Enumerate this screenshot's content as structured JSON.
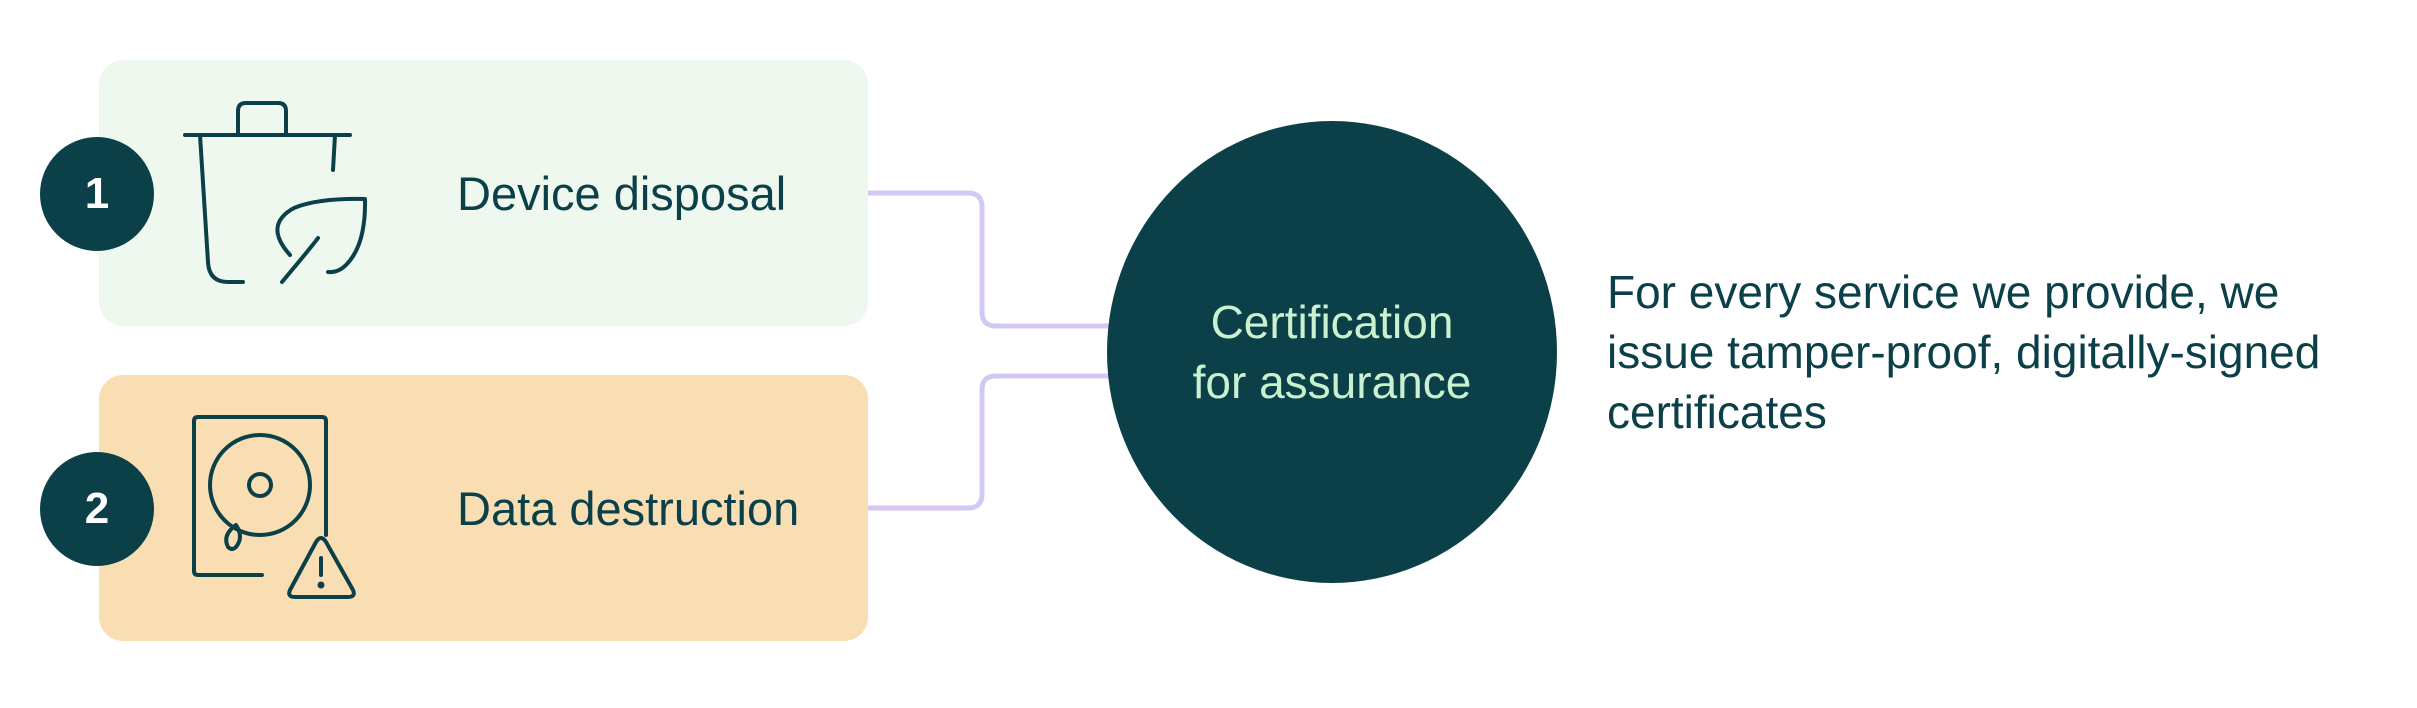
{
  "steps": [
    {
      "number": "1",
      "label": "Device disposal",
      "icon": "recycle-bin-leaf-icon",
      "color": "#eef8ee"
    },
    {
      "number": "2",
      "label": "Data destruction",
      "icon": "hard-drive-warning-icon",
      "color": "#f9deb4"
    }
  ],
  "hub": {
    "line1": "Certification",
    "line2": "for assurance",
    "color": "#0b4049",
    "text_color": "#c9f0cf"
  },
  "description": "For every service we provide, we issue tamper-proof, digitally-signed certificates",
  "colors": {
    "primary": "#0b4049",
    "connector": "#d4c7f5"
  }
}
